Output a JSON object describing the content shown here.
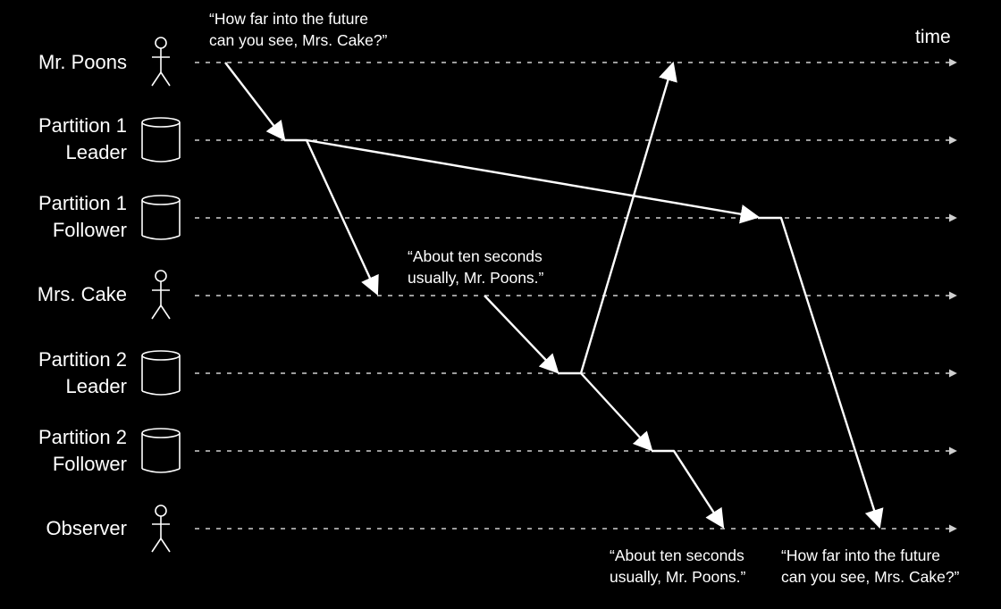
{
  "time_label": "time",
  "lanes": [
    {
      "id": "mr-poons",
      "lines": [
        "Mr. Poons"
      ],
      "icon": "person-icon"
    },
    {
      "id": "partition-1-leader",
      "lines": [
        "Partition 1",
        "Leader"
      ],
      "icon": "database-icon"
    },
    {
      "id": "partition-1-follower",
      "lines": [
        "Partition 1",
        "Follower"
      ],
      "icon": "database-icon"
    },
    {
      "id": "mrs-cake",
      "lines": [
        "Mrs. Cake"
      ],
      "icon": "person-icon"
    },
    {
      "id": "partition-2-leader",
      "lines": [
        "Partition 2",
        "Leader"
      ],
      "icon": "database-icon"
    },
    {
      "id": "partition-2-follower",
      "lines": [
        "Partition 2",
        "Follower"
      ],
      "icon": "database-icon"
    },
    {
      "id": "observer",
      "lines": [
        "Observer"
      ],
      "icon": "person-icon"
    }
  ],
  "quotes": {
    "poons_question": [
      "“How far into the future",
      "can you see, Mrs. Cake?”"
    ],
    "cake_answer": [
      "“About ten seconds",
      "usually, Mr. Poons.”"
    ],
    "observer_answer": [
      "“About ten seconds",
      "usually, Mr. Poons.”"
    ],
    "observer_question": [
      "“How far into the future",
      "can you see, Mrs. Cake?”"
    ]
  },
  "colors": {
    "background": "#000000",
    "foreground": "#ffffff",
    "lane_line": "#cfcfcf"
  }
}
